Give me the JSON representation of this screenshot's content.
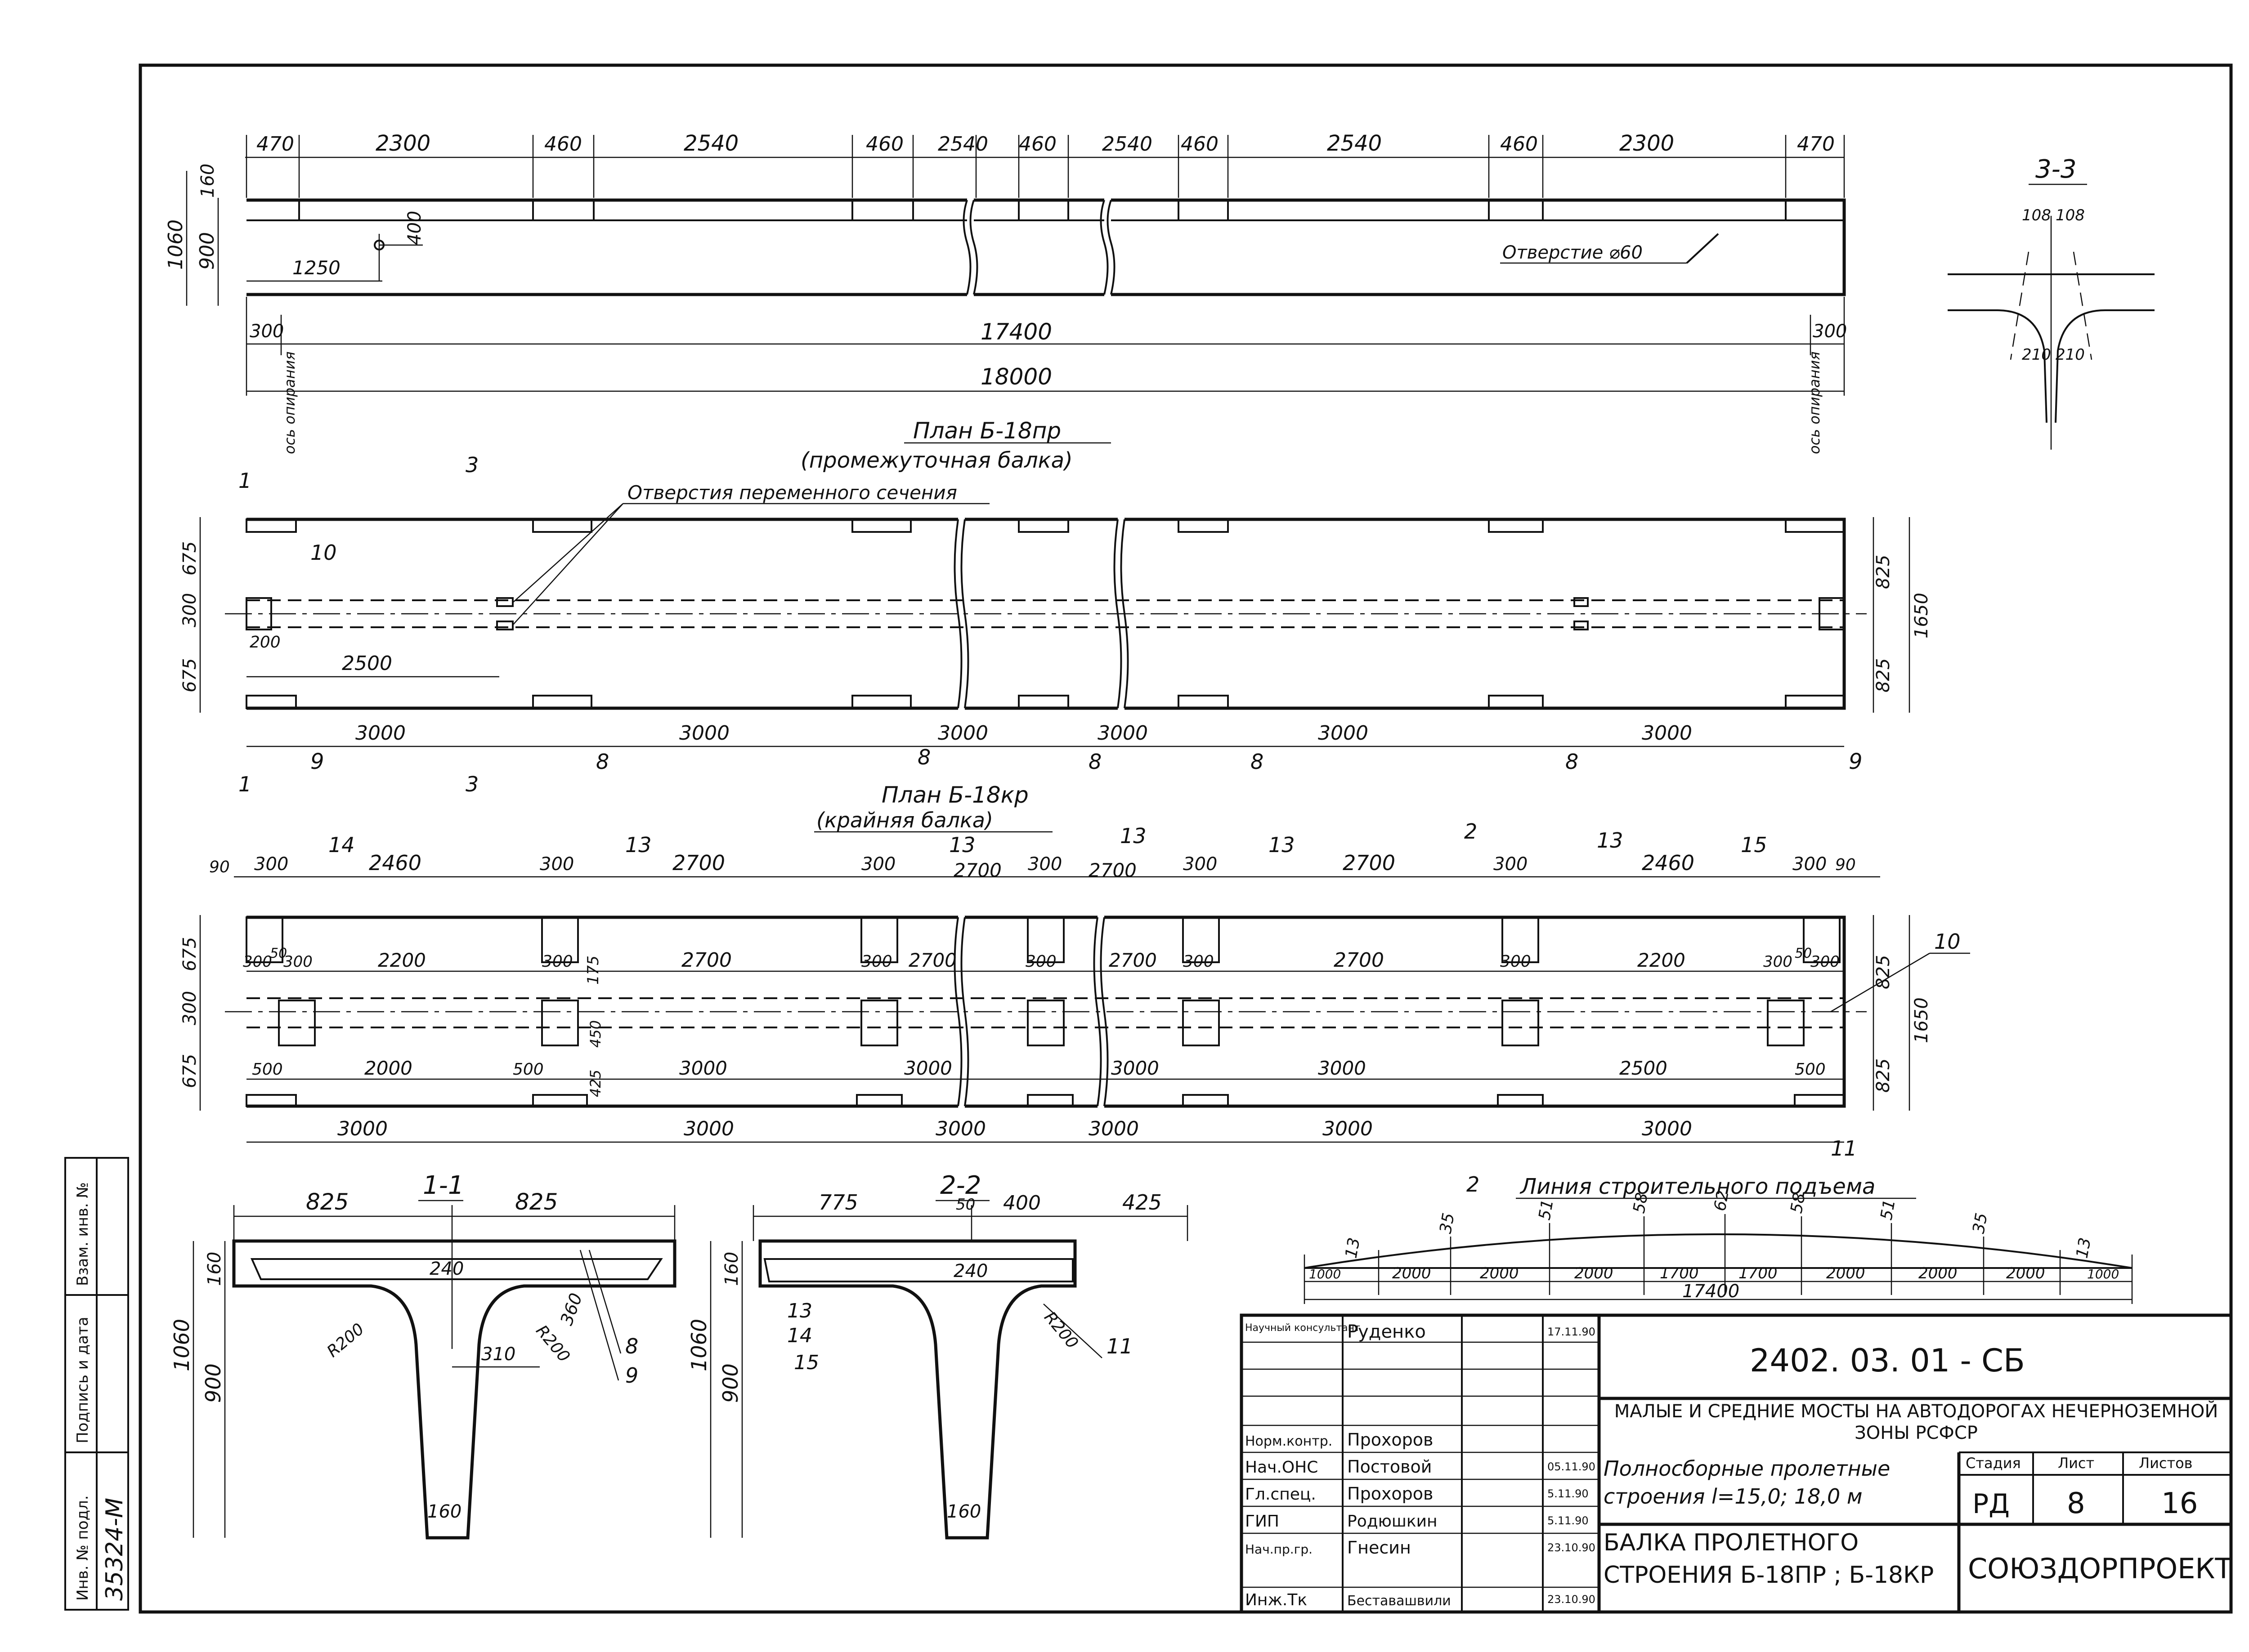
{
  "plan_pr": {
    "top_dims": [
      "470",
      "2300",
      "460",
      "2540",
      "460",
      "2540",
      "460",
      "2540",
      "460",
      "2540",
      "460",
      "2300",
      "470"
    ],
    "left_dims": [
      "160",
      "1060",
      "900"
    ],
    "hole_x": "1250",
    "hole_y": "400",
    "hole_label": "Отверстие ⌀60",
    "end_dim": "300",
    "span_17400": "17400",
    "span_18000": "18000",
    "axis_label": "ось опирания",
    "title": "План Б-18пр",
    "subtitle": "(промежуточная балка)"
  },
  "section_3": {
    "title": "3-3",
    "dims": [
      "108",
      "108",
      "210",
      "210"
    ]
  },
  "beam_pr": {
    "holes_label": "Отверстия переменного сечения",
    "left_dims": [
      "675",
      "300",
      "675"
    ],
    "right_dims": [
      "825",
      "1650",
      "825"
    ],
    "d200": "200",
    "d2500": "2500",
    "bottom_dims": [
      "3000",
      "3000",
      "3000",
      "3000",
      "3000",
      "3000"
    ],
    "marks": [
      "10",
      "9",
      "8",
      "8",
      "8",
      "8",
      "8",
      "9"
    ],
    "cut1": "1",
    "cut3": "3"
  },
  "plan_kr": {
    "title": "План Б-18кр",
    "subtitle": "(крайняя балка)"
  },
  "beam_kr": {
    "top_dims": [
      "90",
      "300",
      "2460",
      "300",
      "2700",
      "300",
      "2700",
      "300",
      "2700",
      "300",
      "2700",
      "300",
      "2460",
      "300",
      "90"
    ],
    "marks_top": [
      "14",
      "13",
      "13",
      "13",
      "13",
      "13",
      "15"
    ],
    "mid_dims": [
      "300",
      "50",
      "300",
      "2200",
      "300",
      "175",
      "2700",
      "300",
      "2700",
      "300",
      "2700",
      "300",
      "2700",
      "300",
      "2200",
      "300",
      "50",
      "300"
    ],
    "left_dims": [
      "675",
      "300",
      "675"
    ],
    "right_dims": [
      "825",
      "1650",
      "825"
    ],
    "lower_dims": [
      "500",
      "2000",
      "500",
      "450",
      "425",
      "3000",
      "3000",
      "3000",
      "3000",
      "2500",
      "500"
    ],
    "bottom_dims": [
      "3000",
      "3000",
      "3000",
      "3000",
      "3000",
      "3000"
    ],
    "marks_side": [
      "10",
      "11"
    ],
    "cut2": "2"
  },
  "camber": {
    "title": "Линия строительного подъема",
    "ordinates": [
      "13",
      "35",
      "51",
      "58",
      "62",
      "58",
      "51",
      "35",
      "13"
    ],
    "dims": [
      "1000",
      "2000",
      "2000",
      "2000",
      "1700",
      "1700",
      "2000",
      "2000",
      "2000",
      "1000"
    ],
    "total": "17400"
  },
  "sec11": {
    "title": "1-1",
    "dims": [
      "825",
      "825",
      "160",
      "240",
      "1060",
      "900",
      "R200",
      "R200",
      "360",
      "310",
      "160"
    ],
    "marks": [
      "8",
      "9"
    ]
  },
  "sec22": {
    "title": "2-2",
    "dims": [
      "775",
      "50",
      "400",
      "425",
      "160",
      "240",
      "1060",
      "900",
      "R200",
      "160"
    ],
    "marks": [
      "13",
      "14",
      "15",
      "11"
    ]
  },
  "side_stamp": {
    "labels": [
      "Инв. № подл.",
      "Подпись и дата",
      "Взам. инв. №"
    ],
    "inv_number": "35324-М"
  },
  "title_block": {
    "doc_code": "2402. 03. 01 - СБ",
    "project": "Малые и средние мосты на автодорогах Нечерноземной зоны РСФСР",
    "structure": "Полносборные пролетные строения l=15,0; 18,0 м",
    "drawing_title": "Балка пролетного строения Б-18пр ; Б-18кр",
    "organization": "СОЮЗДОРПРОЕКТ",
    "stage_label": "Стадия",
    "sheet_label": "Лист",
    "sheets_label": "Листов",
    "stage": "РД",
    "sheet": "8",
    "sheets": "16",
    "people": [
      {
        "role": "Научный консультант",
        "name": "Руденко",
        "date": "17.11.90"
      },
      {
        "role": "Норм.контр.",
        "name": "Прохоров",
        "date": ""
      },
      {
        "role": "Нач.ОНС",
        "name": "Постовой",
        "date": "05.11.90"
      },
      {
        "role": "Гл.спец.",
        "name": "Прохоров",
        "date": "5.11.90"
      },
      {
        "role": "ГИП",
        "name": "Родюшкин",
        "date": "5.11.90"
      },
      {
        "role": "Нач.пр.гр.",
        "name": "Гнесин",
        "date": "23.10.90"
      },
      {
        "role": "Инж.Тк",
        "name": "Беставашвили",
        "date": "23.10.90"
      }
    ]
  }
}
